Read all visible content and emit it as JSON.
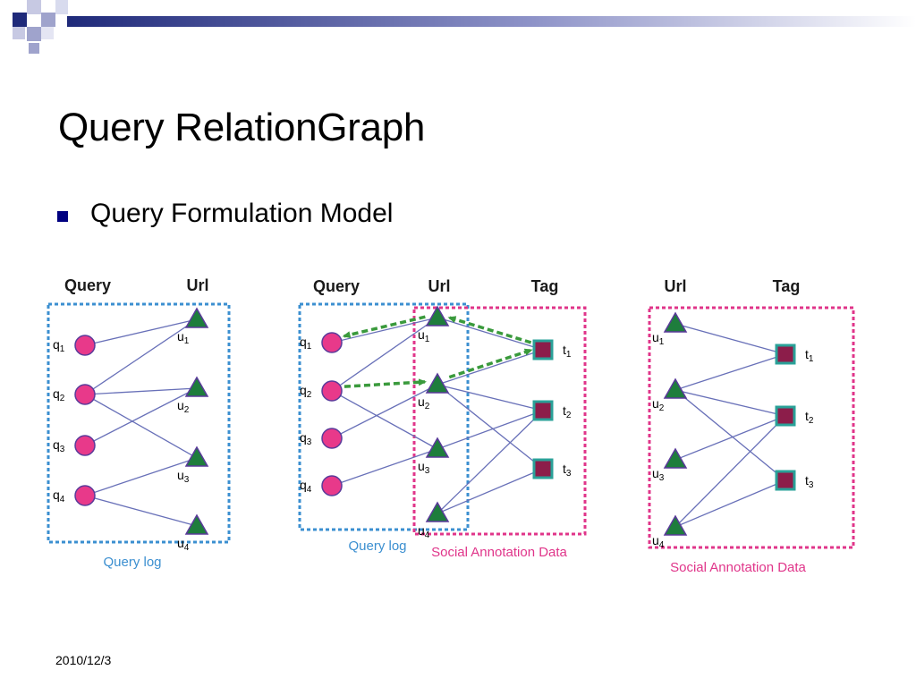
{
  "slide": {
    "title": "Query RelationGraph",
    "bullet": "Query Formulation Model",
    "date": "2010/12/3"
  },
  "colors": {
    "query_node": "#e8398a",
    "url_node": "#1e7d3c",
    "url_outline": "#5a3a9a",
    "tag_node": "#8c1d4a",
    "tag_outline": "#2aa198",
    "edge": "#6870b8",
    "dashed_arrow": "#3a9a3c",
    "query_log_box": "#3b8fd0",
    "annotation_box": "#e0358a",
    "deco_dark": "#1f2a7a",
    "deco_light": "#9fa3cc"
  },
  "panels": [
    {
      "column_headers": [
        "Query",
        "Url"
      ],
      "query_nodes": [
        "q1",
        "q2",
        "q3",
        "q4"
      ],
      "url_nodes": [
        "u1",
        "u2",
        "u3",
        "u4"
      ],
      "tag_nodes": [],
      "edges": [
        [
          "q1",
          "u1"
        ],
        [
          "q2",
          "u1"
        ],
        [
          "q2",
          "u2"
        ],
        [
          "q2",
          "u3"
        ],
        [
          "q3",
          "u2"
        ],
        [
          "q4",
          "u3"
        ],
        [
          "q4",
          "u4"
        ]
      ],
      "box_labels": [
        "Query log"
      ]
    },
    {
      "column_headers": [
        "Query",
        "Url",
        "Tag"
      ],
      "query_nodes": [
        "q1",
        "q2",
        "q3",
        "q4"
      ],
      "url_nodes": [
        "u1",
        "u2",
        "u3",
        "u4"
      ],
      "tag_nodes": [
        "t1",
        "t2",
        "t3"
      ],
      "edges": [
        [
          "q1",
          "u1"
        ],
        [
          "q2",
          "u1"
        ],
        [
          "q2",
          "u3"
        ],
        [
          "q3",
          "u2"
        ],
        [
          "q4",
          "u3"
        ],
        [
          "u1",
          "t1"
        ],
        [
          "u2",
          "t1"
        ],
        [
          "u2",
          "t2"
        ],
        [
          "u2",
          "t3"
        ],
        [
          "u3",
          "t2"
        ],
        [
          "u4",
          "t2"
        ],
        [
          "u4",
          "t3"
        ]
      ],
      "dashed_arrows": [
        [
          "t1",
          "u1"
        ],
        [
          "u1",
          "q1"
        ],
        [
          "q2",
          "u2"
        ],
        [
          "u2",
          "t1"
        ]
      ],
      "box_labels": [
        "Query log",
        "Social Annotation Data"
      ]
    },
    {
      "column_headers": [
        "Url",
        "Tag"
      ],
      "query_nodes": [],
      "url_nodes": [
        "u1",
        "u2",
        "u3",
        "u4"
      ],
      "tag_nodes": [
        "t1",
        "t2",
        "t3"
      ],
      "edges": [
        [
          "u1",
          "t1"
        ],
        [
          "u2",
          "t1"
        ],
        [
          "u2",
          "t2"
        ],
        [
          "u2",
          "t3"
        ],
        [
          "u3",
          "t2"
        ],
        [
          "u4",
          "t2"
        ],
        [
          "u4",
          "t3"
        ]
      ],
      "box_labels": [
        "Social Annotation Data"
      ]
    }
  ]
}
